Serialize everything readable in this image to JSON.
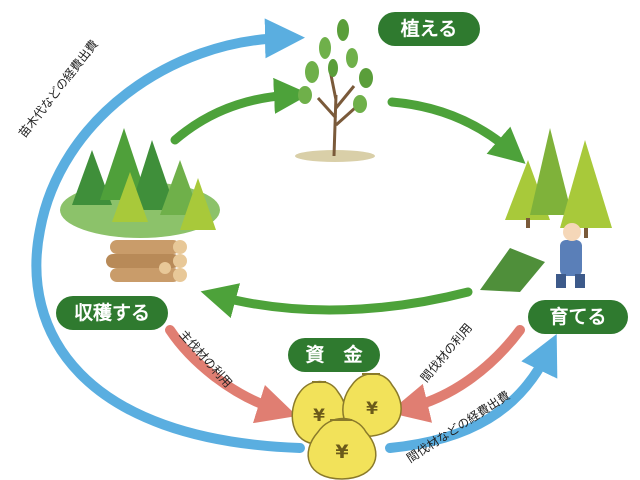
{
  "stages": {
    "plant": "植える",
    "raise": "育てる",
    "harvest": "収穫する",
    "funds": "資　金"
  },
  "flows": {
    "seedling_costs": "苗木代などの経費出費",
    "thinning_costs": "間伐材などの経費出費",
    "thinning_use": "間伐材の利用",
    "main_cut_use": "主伐材の利用"
  },
  "currency_symbol": "¥",
  "colors": {
    "cycle_arrow": "#4da23a",
    "label_bg": "#2f7a2f",
    "cost_arrow": "#5aaee0",
    "use_arrow": "#e07e72",
    "money_bag": "#f2e25a"
  }
}
